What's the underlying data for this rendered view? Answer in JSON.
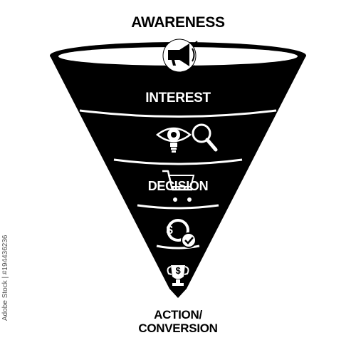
{
  "funnel": {
    "stages": [
      {
        "label": "AWARENESS",
        "icon": "megaphone-icon"
      },
      {
        "label": "INTEREST",
        "icon": "eye-lightbulb-magnifier-icon"
      },
      {
        "label": "DECISION",
        "icon": "shopping-cart-icon"
      },
      {
        "label": "",
        "icon": "dollar-coin-check-icon"
      },
      {
        "label": "ACTION/",
        "label2": "CONVERSION",
        "icon": "trophy-dollar-icon"
      }
    ],
    "colors": {
      "funnel": "#000000",
      "lines": "#ffffff",
      "background": "#ffffff"
    }
  },
  "watermark": {
    "text": "Adobe Stock | #194436236"
  }
}
